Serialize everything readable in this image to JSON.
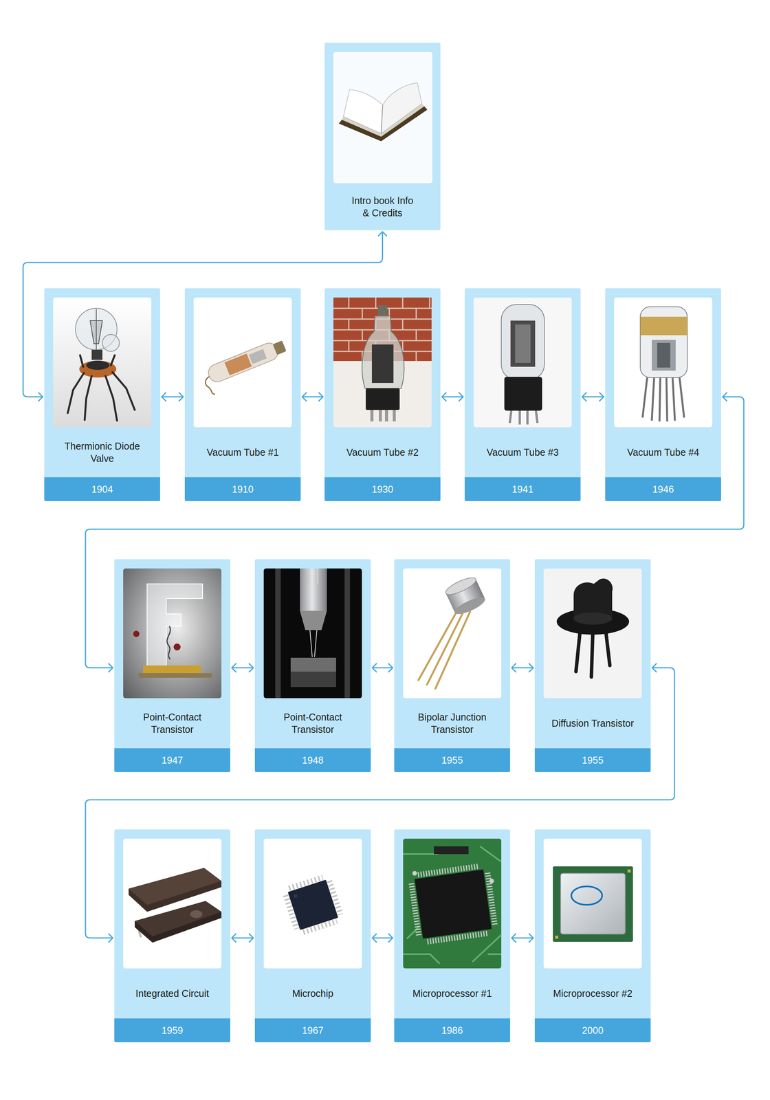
{
  "diagram": {
    "nodes": [
      {
        "text": [
          "Intro book Info & Credits"
        ]
      },
      {
        "text": [
          "Thermionic Diode Valve",
          "1904"
        ]
      },
      {
        "text": [
          "Vacuum Tube #1",
          "1910"
        ]
      },
      {
        "text": [
          "Vacuum Tube #2",
          "1930"
        ]
      },
      {
        "text": [
          "Vacuum Tube #3",
          "1941"
        ]
      },
      {
        "text": [
          "Vacuum Tube #4",
          "1946"
        ]
      },
      {
        "text": [
          "Point-Contact Transistor",
          "1947"
        ]
      },
      {
        "text": [
          "Point-Contact Transistor",
          "1948"
        ]
      },
      {
        "text": [
          "Bipolar Junction Transistor",
          "1955"
        ]
      },
      {
        "text": [
          "Diffusion Transistor",
          "1955"
        ]
      },
      {
        "text": [
          "Integrated Circuit",
          "1959"
        ]
      },
      {
        "text": [
          "Microchip",
          "1967"
        ]
      },
      {
        "text": [
          "Microprocessor #1",
          "1986"
        ]
      },
      {
        "text": [
          "Microprocessor #2",
          "2000"
        ]
      }
    ],
    "edges": [
      {
        "from": 0,
        "to": 1,
        "arrow": "both"
      },
      {
        "from": 1,
        "to": 2,
        "arrow": "both"
      },
      {
        "from": 2,
        "to": 3,
        "arrow": "both"
      },
      {
        "from": 3,
        "to": 4,
        "arrow": "both"
      },
      {
        "from": 4,
        "to": 5,
        "arrow": "both"
      },
      {
        "from": 5,
        "to": 6,
        "arrow": "both"
      },
      {
        "from": 6,
        "to": 7,
        "arrow": "both"
      },
      {
        "from": 7,
        "to": 8,
        "arrow": "both"
      },
      {
        "from": 8,
        "to": 9,
        "arrow": "both"
      },
      {
        "from": 9,
        "to": 10,
        "arrow": "both"
      },
      {
        "from": 10,
        "to": 11,
        "arrow": "both"
      },
      {
        "from": 11,
        "to": 12,
        "arrow": "both"
      },
      {
        "from": 12,
        "to": 13,
        "arrow": "both"
      }
    ]
  }
}
